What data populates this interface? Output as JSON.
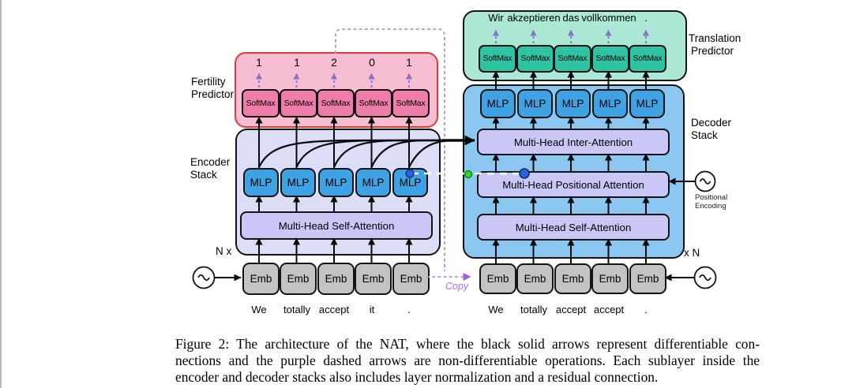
{
  "fertility_predictor": {
    "label_line1": "Fertility",
    "label_line2": "Predictor",
    "softmax_labels": [
      "SoftMax",
      "SoftMax",
      "SoftMax",
      "SoftMax",
      "SoftMax"
    ],
    "fertility_values": [
      "1",
      "1",
      "2",
      "0",
      "1"
    ]
  },
  "encoder": {
    "label_line1": "Encoder",
    "label_line2": "Stack",
    "repeat_label": "N x",
    "self_attention_label": "Multi-Head Self-Attention",
    "mlp_labels": [
      "MLP",
      "MLP",
      "MLP",
      "MLP",
      "MLP"
    ],
    "emb_labels": [
      "Emb",
      "Emb",
      "Emb",
      "Emb",
      "Emb"
    ],
    "input_words": [
      "We",
      "totally",
      "accept",
      "it",
      "."
    ]
  },
  "translation_predictor": {
    "label_line1": "Translation",
    "label_line2": "Predictor",
    "softmax_labels": [
      "SoftMax",
      "SoftMax",
      "SoftMax",
      "SoftMax",
      "SoftMax"
    ],
    "output_words": [
      "Wir",
      "akzeptieren",
      "das",
      "vollkommen",
      "."
    ]
  },
  "decoder": {
    "label_line1": "Decoder",
    "label_line2": "Stack",
    "repeat_label": "x N",
    "inter_attention_label": "Multi-Head Inter-Attention",
    "positional_attention_label": "Multi-Head Positional Attention",
    "self_attention_label": "Multi-Head Self-Attention",
    "mlp_labels": [
      "MLP",
      "MLP",
      "MLP",
      "MLP",
      "MLP"
    ],
    "emb_labels": [
      "Emb",
      "Emb",
      "Emb",
      "Emb",
      "Emb"
    ],
    "input_words": [
      "We",
      "totally",
      "accept",
      "accept",
      "."
    ],
    "positional_encoding_line1": "Positional",
    "positional_encoding_line2": "Encoding"
  },
  "copy_label": "Copy",
  "caption": {
    "line1": "Figure 2: The architecture of the NAT, where the black solid arrows represent differentiable con-",
    "line2": "nections and the purple dashed arrows are non-differentiable operations. Each sublayer inside the",
    "line3": "encoder and decoder stacks also includes layer normalization and a residual connection."
  },
  "colors": {
    "fertility_fill": "#f7bdd3",
    "fertility_border": "#e23c3a",
    "fertility_softmax": "#ef7dab",
    "encoder_fill": "#dcddf7",
    "decoder_fill": "#8bc7f0",
    "translation_fill": "#ace8d6",
    "translation_softmax": "#2fc3a4",
    "mlp_blue": "#3fa2e3",
    "emb_gray": "#c3c3c3",
    "attention_bar_fill": "#c9c7f6",
    "purple_arrow": "#8b6fc9",
    "dashed_path_purple": "#b892dc",
    "copy_text_purple": "#b06ee0",
    "annotation_dot_blue": "#2b63d6",
    "annotation_dot_green": "#35d42e"
  }
}
